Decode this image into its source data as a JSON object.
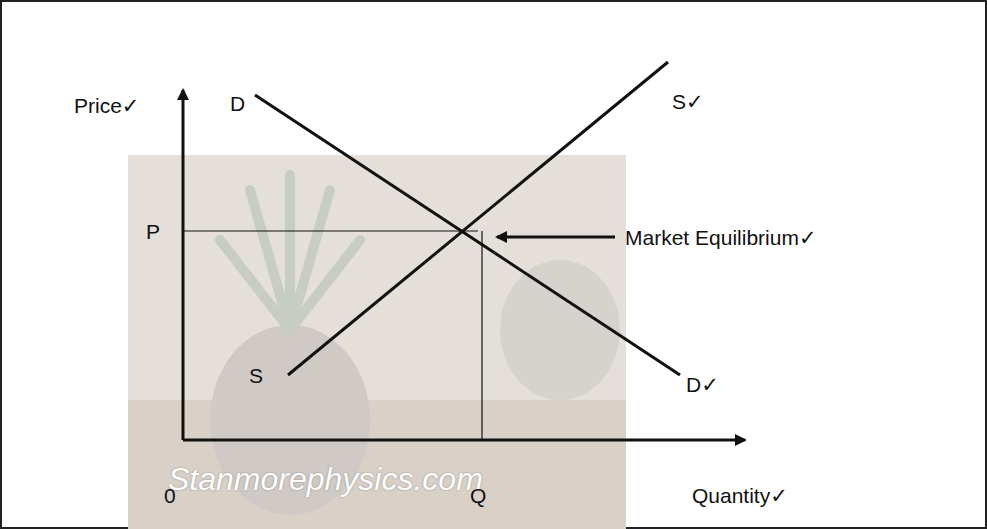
{
  "diagram": {
    "labels": [
      "Price✓",
      "D",
      "S✓",
      "P",
      "Market Equilibrium✓",
      "S",
      "D✓",
      "0",
      "Q",
      "Quantity✓",
      "Stanmorephysics.com"
    ]
  }
}
